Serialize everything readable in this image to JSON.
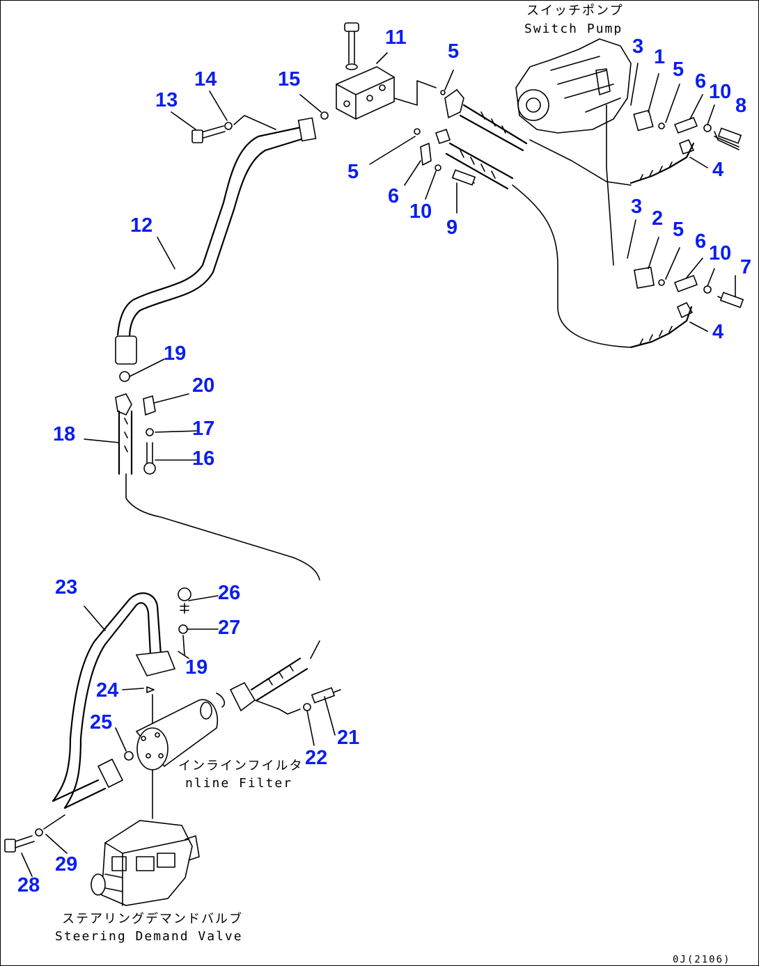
{
  "diagram": {
    "code": "0J(2106)",
    "components": [
      {
        "id": "switch-pump",
        "name_jp": "スイッチポンプ",
        "name_en": "Switch Pump"
      },
      {
        "id": "inline-filter",
        "name_jp": "インラインフイルタ",
        "name_en": "nline Filter"
      },
      {
        "id": "steering-demand-valve",
        "name_jp": "ステアリングデマンドバルブ",
        "name_en": "Steering Demand Valve"
      }
    ],
    "callouts": [
      "11",
      "5",
      "3",
      "1",
      "5",
      "6",
      "10",
      "8",
      "14",
      "15",
      "13",
      "5",
      "6",
      "10",
      "9",
      "4",
      "12",
      "3",
      "2",
      "5",
      "6",
      "10",
      "7",
      "4",
      "19",
      "20",
      "18",
      "17",
      "16",
      "23",
      "26",
      "27",
      "19",
      "24",
      "25",
      "21",
      "22",
      "29",
      "28"
    ]
  },
  "colors": {
    "callout": "#0a1ef0",
    "line": "#000000",
    "background": "#ffffff"
  }
}
